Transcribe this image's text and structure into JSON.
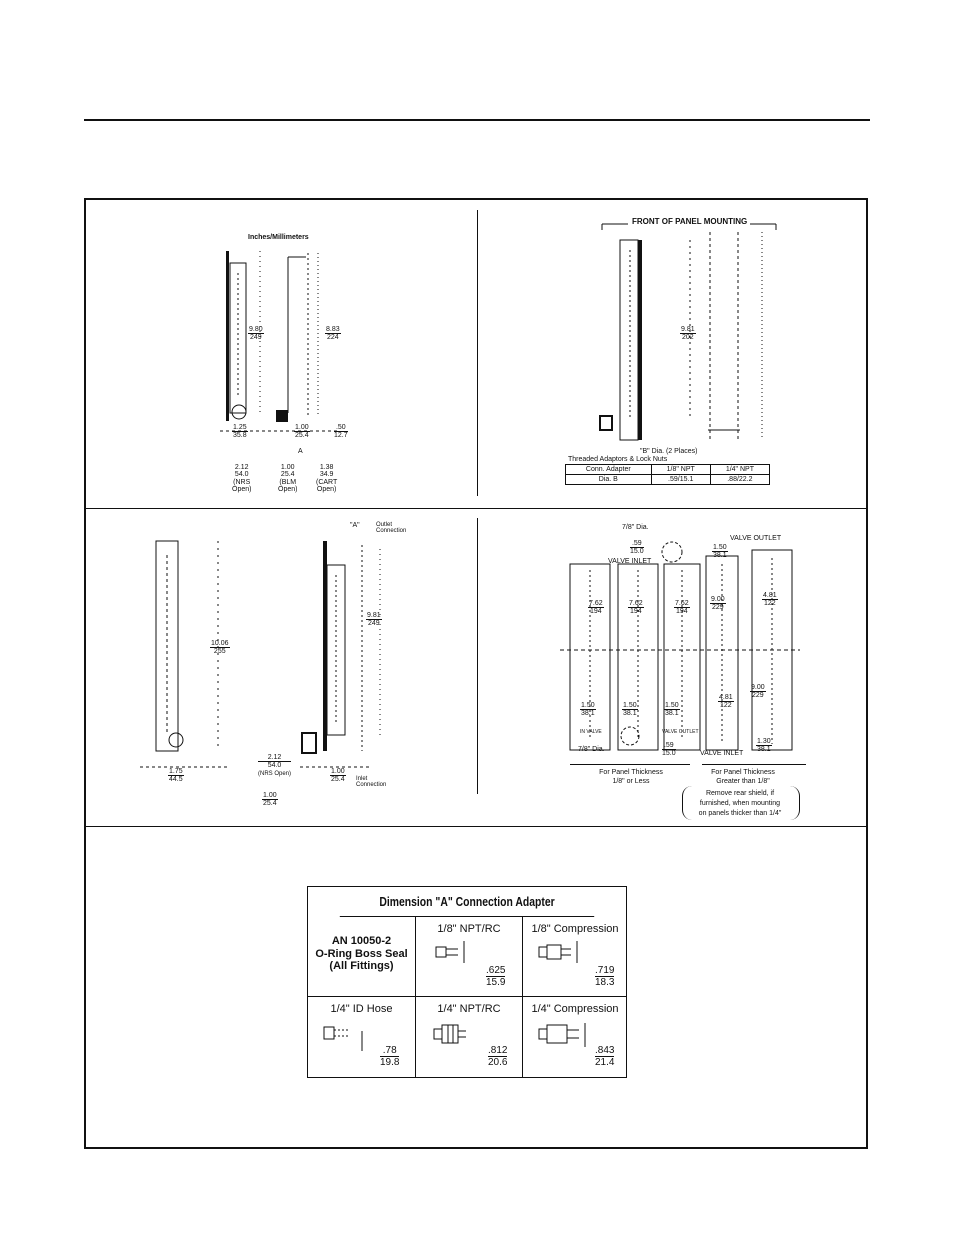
{
  "panel1": {
    "title": "Inches/Millimeters",
    "dim_a": {
      "top": "9.80",
      "bottom": "249"
    },
    "dim_b": {
      "top": "8.83",
      "bottom": "224"
    },
    "w1": {
      "top": "1.25",
      "bottom": "35.8"
    },
    "w2": {
      "top": "1.00",
      "bottom": "25.4"
    },
    "w3": {
      "top": ".50",
      "bottom": "12.7"
    },
    "a_label": "A",
    "opt1": {
      "top": "2.12",
      "mid": "54.0",
      "sub": "(NRS",
      "sub2": "Open)"
    },
    "opt2": {
      "top": "1.00",
      "mid": "25.4",
      "sub": "(BLM",
      "sub2": "Open)"
    },
    "opt3": {
      "top": "1.38",
      "mid": "34.9",
      "sub": "(CART",
      "sub2": "Open)"
    }
  },
  "panel2": {
    "title": "FRONT OF PANEL MOUNTING",
    "dim": {
      "top": "9.81",
      "bottom": "202"
    },
    "note1": "\"B\" Dia. (2 Places)",
    "note2": "Threaded Adaptors & Lock Nuts",
    "table": {
      "header": [
        "Conn. Adapter",
        "1/8\" NPT",
        "1/4\" NPT"
      ],
      "row": [
        "Dia. B",
        ".59/15.1",
        ".88/22.2"
      ]
    }
  },
  "panel3": {
    "a_label": "\"A\"",
    "outlet": "Outlet Connection",
    "dim_h": {
      "top": "10.06",
      "bottom": "255"
    },
    "dim_r": {
      "top": "9.81",
      "bottom": "249"
    },
    "w1": {
      "top": "1.75",
      "bottom": "44.5"
    },
    "w2": {
      "top": "1.00",
      "bottom": "25.4"
    },
    "o1": {
      "top": "2.12",
      "mid": "54.0",
      "sub": "(NRS Open)"
    },
    "o2": {
      "top": "1.00",
      "mid": "25.4"
    },
    "inlet": "Inlet Connection"
  },
  "panel4": {
    "dia_top": "7/8\" Dia.",
    "d59": {
      "top": ".59",
      "bottom": "15.0"
    },
    "valve_inlet_top": "VALVE INLET",
    "d150a": {
      "top": "1.50",
      "bottom": "38.1"
    },
    "valve_outlet_top": "VALVE OUTLET",
    "c1": {
      "top": "7.62",
      "bottom": "194"
    },
    "c2": {
      "top": "7.62",
      "bottom": "194"
    },
    "c3": {
      "top": "7.62",
      "bottom": "194"
    },
    "c4": {
      "top": "9.00",
      "bottom": "229"
    },
    "c5": {
      "top": "4.81",
      "bottom": "122"
    },
    "b1": {
      "top": "1.50",
      "bottom": "38.1"
    },
    "b2": {
      "top": "1.50",
      "bottom": "38.1"
    },
    "b3": {
      "top": "1.50",
      "bottom": "38.1"
    },
    "c6": {
      "top": "4.81",
      "bottom": "122"
    },
    "c7": {
      "top": "9.00",
      "bottom": "229"
    },
    "lbl_in_valve": "IN VALVE",
    "lbl_valve_outlet": "VALVE OUTLET",
    "dia_bottom": "7/8\" Dia.",
    "d59b": {
      "top": ".59",
      "bottom": "15.0"
    },
    "valve_inlet_bottom": "VALVE INLET",
    "d130": {
      "top": "1.30",
      "bottom": "38.1"
    },
    "cap_left1": "For Panel Thickness",
    "cap_left2": "1/8\" or Less",
    "cap_right1": "For Panel Thickness",
    "cap_right2": "Greater than 1/8\"",
    "note1": "Remove rear shield, if",
    "note2": "furnished, when mounting",
    "note3": "on panels thicker than 1/4\""
  },
  "adapter": {
    "title": "Dimension  \"A\"  Connection Adapter",
    "cells": [
      {
        "heading": "AN 10050-2\nO-Ring Boss Seal\n(All Fittings)"
      },
      {
        "heading": "1/8\" NPT/RC",
        "top": ".625",
        "bottom": "15.9"
      },
      {
        "heading": "1/8\" Compression",
        "top": ".719",
        "bottom": "18.3"
      },
      {
        "heading": "1/4\" ID Hose",
        "top": ".78",
        "bottom": "19.8"
      },
      {
        "heading": "1/4\" NPT/RC",
        "top": ".812",
        "bottom": "20.6"
      },
      {
        "heading": "1/4\" Compression",
        "top": ".843",
        "bottom": "21.4"
      }
    ]
  }
}
